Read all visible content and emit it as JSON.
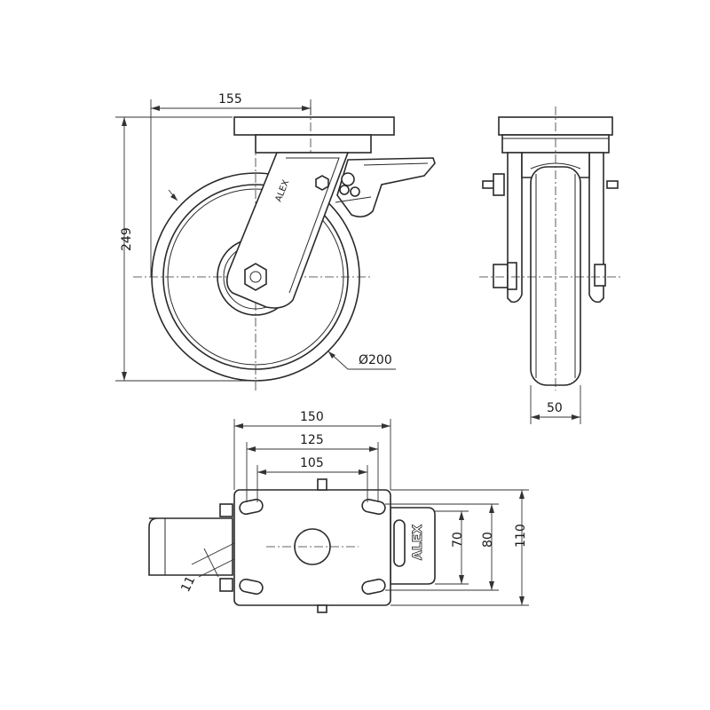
{
  "drawing": {
    "side_view": {
      "dim_width": "155",
      "dim_height": "249",
      "dim_wheel_diameter": "Ø200"
    },
    "front_view": {
      "dim_wheel_width": "50"
    },
    "plate_view": {
      "dim_plate_length": "150",
      "dim_hole_spacing_outer": "125",
      "dim_hole_spacing_inner": "105",
      "dim_slot_width": "11",
      "dim_hole_spacing_small": "70",
      "dim_hole_spacing_mid": "80",
      "dim_plate_width": "110",
      "brand_text": "ALEX"
    }
  }
}
